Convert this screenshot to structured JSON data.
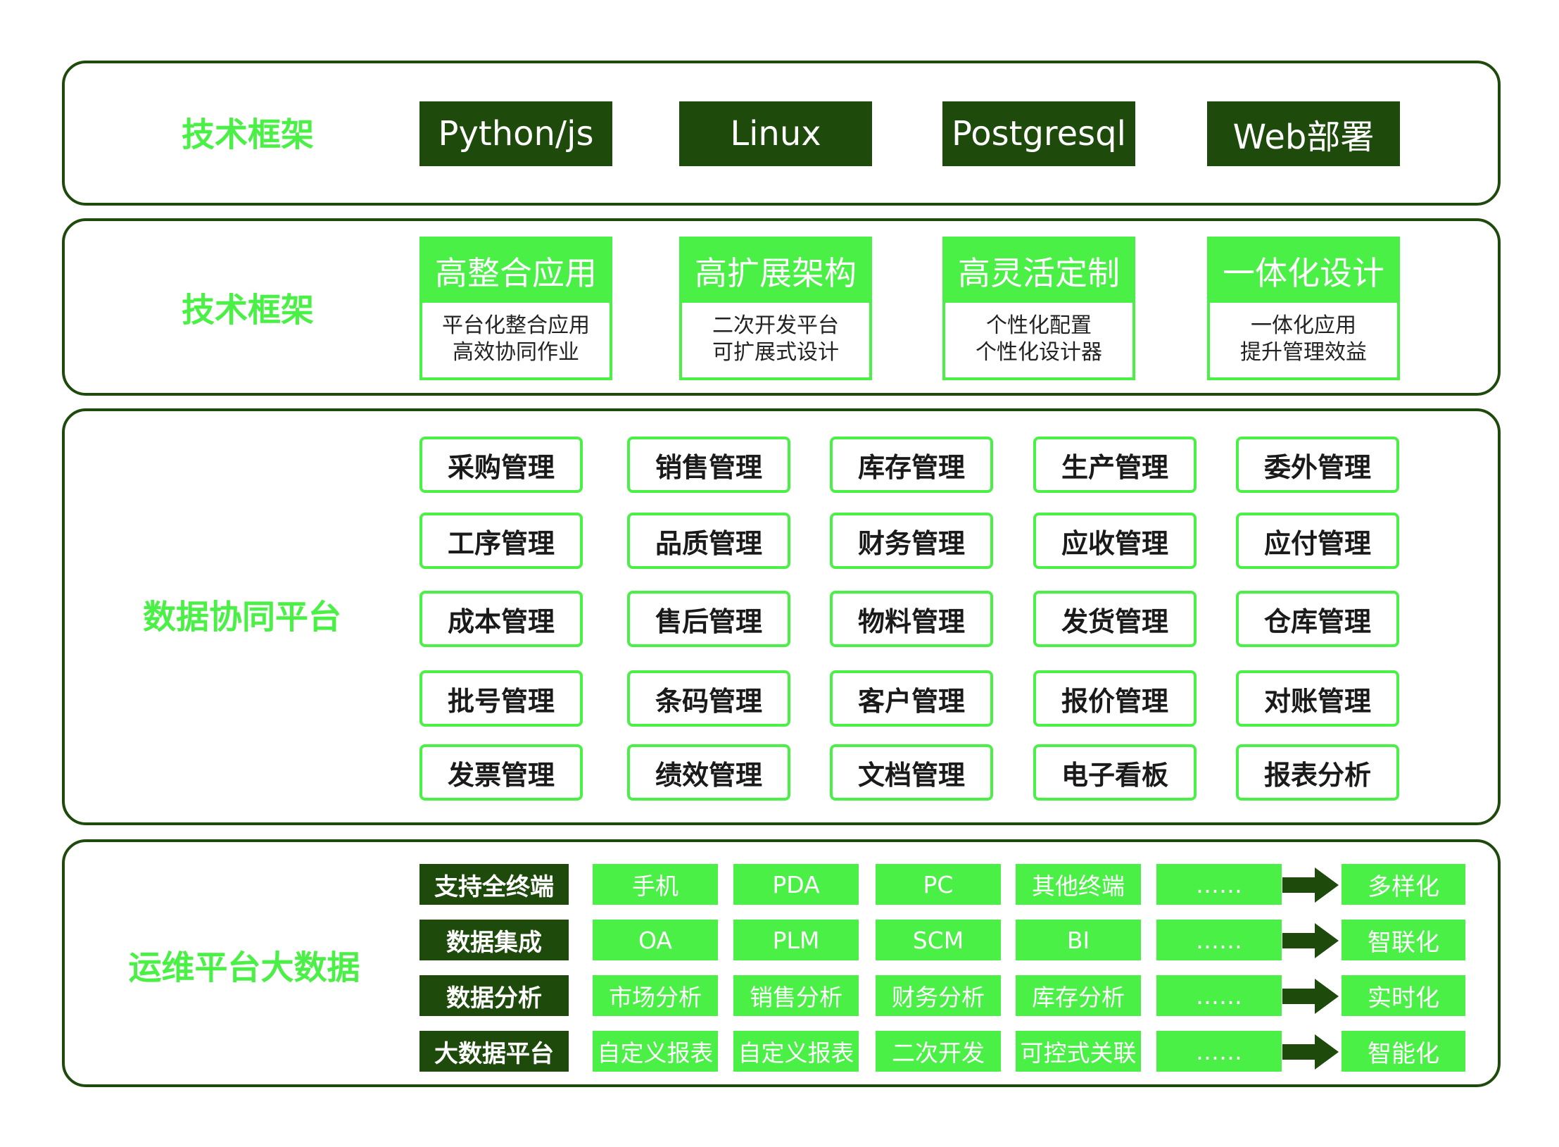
{
  "colors": {
    "dark_green": "#1e4a0c",
    "bright_green": "#4bf046",
    "background": "#ffffff"
  },
  "tech_framework": {
    "title": "技术框架",
    "items": [
      "Python/js",
      "Linux",
      "Postgresql",
      "Web部署"
    ]
  },
  "features": {
    "title": "技术框架",
    "items": [
      {
        "title": "高整合应用",
        "lines": [
          "平台化整合应用",
          "高效协同作业"
        ]
      },
      {
        "title": "高扩展架构",
        "lines": [
          "二次开发平台",
          "可扩展式设计"
        ]
      },
      {
        "title": "高灵活定制",
        "lines": [
          "个性化配置",
          "个性化设计器"
        ]
      },
      {
        "title": "一体化设计",
        "lines": [
          "一体化应用",
          "提升管理效益"
        ]
      }
    ]
  },
  "data_platform": {
    "title": "数据协同平台",
    "modules": [
      [
        "采购管理",
        "销售管理",
        "库存管理",
        "生产管理",
        "委外管理"
      ],
      [
        "工序管理",
        "品质管理",
        "财务管理",
        "应收管理",
        "应付管理"
      ],
      [
        "成本管理",
        "售后管理",
        "物料管理",
        "发货管理",
        "仓库管理"
      ],
      [
        "批号管理",
        "条码管理",
        "客户管理",
        "报价管理",
        "对账管理"
      ],
      [
        "发票管理",
        "绩效管理",
        "文档管理",
        "电子看板",
        "报表分析"
      ]
    ]
  },
  "ops_platform": {
    "title": "运维平台大数据",
    "rows": [
      {
        "label": "支持全终端",
        "cells": [
          "手机",
          "PDA",
          "PC",
          "其他终端",
          "……"
        ],
        "result": "多样化",
        "arrow_icon": "right-arrow-icon"
      },
      {
        "label": "数据集成",
        "cells": [
          "OA",
          "PLM",
          "SCM",
          "BI",
          "……"
        ],
        "result": "智联化",
        "arrow_icon": "right-arrow-icon"
      },
      {
        "label": "数据分析",
        "cells": [
          "市场分析",
          "销售分析",
          "财务分析",
          "库存分析",
          "……"
        ],
        "result": "实时化",
        "arrow_icon": "right-arrow-icon"
      },
      {
        "label": "大数据平台",
        "cells": [
          "自定义报表",
          "自定义报表",
          "二次开发",
          "可控式关联",
          "……"
        ],
        "result": "智能化",
        "arrow_icon": "right-arrow-icon"
      }
    ]
  }
}
